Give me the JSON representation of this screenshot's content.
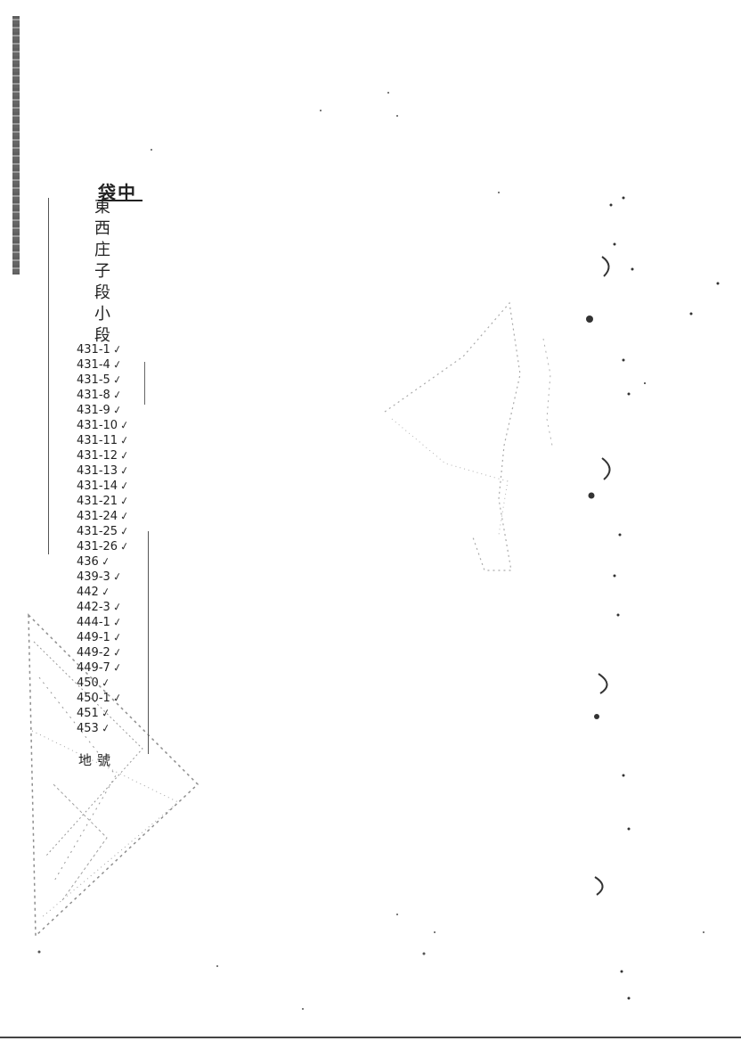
{
  "register": {
    "header": "袋中",
    "location": "東西庄子段小段",
    "parcels": [
      "431-1",
      "431-4",
      "431-5",
      "431-8",
      "431-9",
      "431-10",
      "431-11",
      "431-12",
      "431-13",
      "431-14",
      "431-21",
      "431-24",
      "431-25",
      "431-26",
      "436",
      "439-3",
      "442",
      "442-3",
      "444-1",
      "449-1",
      "449-2",
      "449-7",
      "450",
      "450-1",
      "451",
      "453"
    ],
    "footer": "地號",
    "check_mark": "✓"
  }
}
